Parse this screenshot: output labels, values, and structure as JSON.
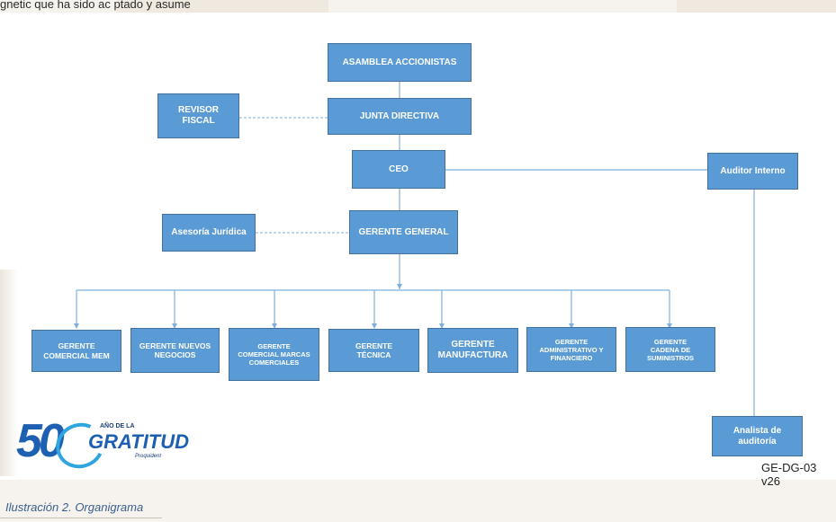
{
  "header": {
    "text_fragment": "gnetic que ha sido ac ptado y asume"
  },
  "org_chart": {
    "nodes": {
      "asamblea": "ASAMBLEA  ACCIONISTAS",
      "junta": "JUNTA DIRECTIVA",
      "revisor": "REVISOR\nFISCAL",
      "ceo": "CEO",
      "auditor": "Auditor Interno",
      "gerente_general": "GERENTE GENERAL",
      "asesoria": "Asesoría Jurídica",
      "analista": "Analista de\nauditoría",
      "gerentes": [
        {
          "label": "GERENTE\nCOMERCIAL MEM"
        },
        {
          "label": "GERENTE NUEVOS\nNEGOCIOS"
        },
        {
          "label": "GERENTE\nCOMERCIAL MARCAS\nCOMERCIALES"
        },
        {
          "label": "GERENTE\nTÉCNICA"
        },
        {
          "label": "GERENTE\nMANUFACTURA"
        },
        {
          "label": "GERENTE\nADMINISTRATIVO Y\nFINANCIERO"
        },
        {
          "label": "GERENTE\nCADENA DE\nSUMINISTROS"
        }
      ]
    },
    "colors": {
      "box_fill": "#5b9bd5",
      "box_border": "#41719c",
      "line": "#7fb0dd"
    }
  },
  "logo": {
    "number": "50",
    "line1": "AÑO DE LA",
    "line2": "GRATITUD",
    "brand": "Proquident"
  },
  "document_code": "GE-DG-03 v26",
  "caption": "Ilustración 2. Organigrama"
}
